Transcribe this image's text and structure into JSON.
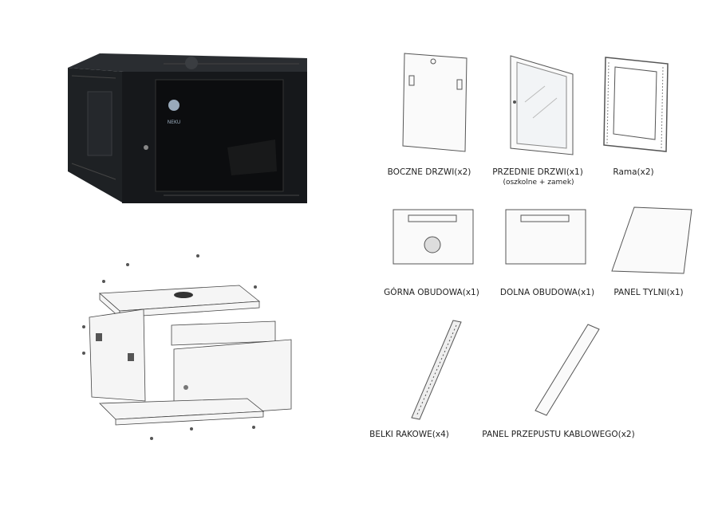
{
  "product": {
    "brand_logo_text": "NEKU"
  },
  "parts": [
    {
      "label": "BOCZNE DRZWI(x2)"
    },
    {
      "label": "PRZEDNIE DRZWI(x1)",
      "note": "(oszkolne + zamek)"
    },
    {
      "label": "Rama(x2)"
    },
    {
      "label": "GÓRNA OBUDOWA(x1)"
    },
    {
      "label": "DOLNA OBUDOWA(x1)"
    },
    {
      "label": "PANEL TYLNI(x1)"
    },
    {
      "label": "BELKI RAKOWE(x4)"
    },
    {
      "label": "PANEL PRZEPUSTU KABLOWEGO(x2)"
    }
  ]
}
